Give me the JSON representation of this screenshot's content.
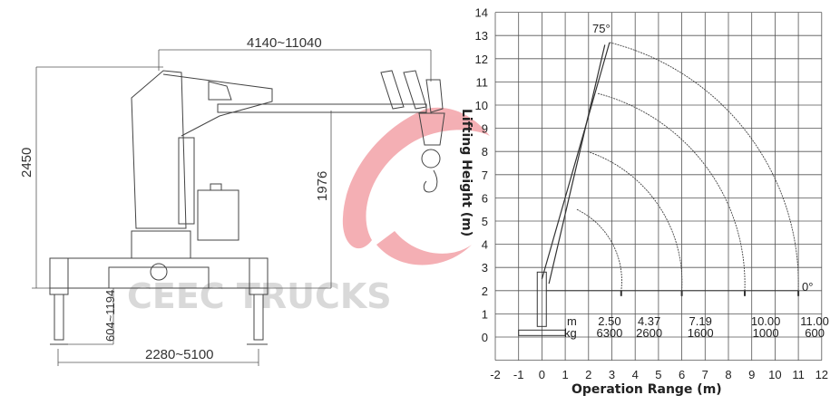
{
  "drawing": {
    "dimensions": {
      "boom_reach": "4140~11040",
      "overall_height": "2450",
      "hook_height": "1976",
      "outrigger_stroke": "604~1194",
      "outrigger_span": "2280~5100"
    }
  },
  "watermark": {
    "text": "CEEC TRUCKS",
    "color": "#f08080"
  },
  "load_chart": {
    "x_label": "Operation Range (m)",
    "y_label": "Lifting Height (m)",
    "x_ticks": [
      "-2",
      "-1",
      "0",
      "1",
      "2",
      "3",
      "4",
      "5",
      "6",
      "7",
      "8",
      "9",
      "10",
      "11",
      "12"
    ],
    "y_ticks": [
      "0",
      "1",
      "2",
      "3",
      "4",
      "5",
      "6",
      "7",
      "8",
      "9",
      "10",
      "11",
      "12",
      "13",
      "14"
    ],
    "angle_max": "75°",
    "angle_min": "0°",
    "unit_range": "m",
    "unit_load": "kg",
    "capacity": [
      {
        "range": "2.50",
        "load": "6300"
      },
      {
        "range": "4.37",
        "load": "2600"
      },
      {
        "range": "7.19",
        "load": "1600"
      },
      {
        "range": "10.00",
        "load": "1000"
      },
      {
        "range": "11.00",
        "load": "600"
      }
    ]
  }
}
